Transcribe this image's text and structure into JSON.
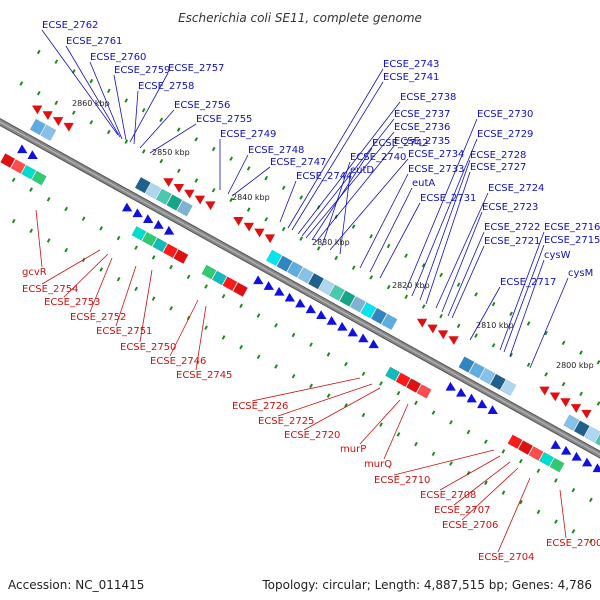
{
  "title": "Escherichia coli SE11, complete genome",
  "footer": {
    "accession": "Accession: NC_011415",
    "summary": "Topology: circular; Length: 4,887,515 bp; Genes: 4,786"
  },
  "colors": {
    "backbone": "#888888",
    "forward_label": "#1111bb",
    "reverse_label": "#cc1111",
    "tick": "#1a8a1a",
    "forward_arrow": "#1010e0",
    "reverse_arrow": "#e01010"
  },
  "scale_labels": [
    "2860 kbp",
    "2850 kbp",
    "2840 kbp",
    "2830 kbp",
    "2820 kbp",
    "2810 kbp",
    "2800 kbp"
  ],
  "forward_genes": [
    "ECSE_2762",
    "ECSE_2761",
    "ECSE_2760",
    "ECSE_2759",
    "ECSE_2757",
    "ECSE_2758",
    "ECSE_2756",
    "ECSE_2755",
    "ECSE_2749",
    "ECSE_2748",
    "ECSE_2747",
    "ECSE_2744",
    "ECSE_2743",
    "ECSE_2741",
    "ECSE_2738",
    "ECSE_2737",
    "ECSE_2736",
    "ECSE_2742",
    "ECSE_2735",
    "ECSE_2740",
    "ECSE_2734",
    "eutD",
    "ECSE_2733",
    "eutA",
    "ECSE_2731",
    "ECSE_2730",
    "ECSE_2729",
    "ECSE_2728",
    "ECSE_2727",
    "ECSE_2724",
    "ECSE_2723",
    "ECSE_2722",
    "ECSE_2721",
    "ECSE_2716",
    "ECSE_2715",
    "cysW",
    "cysM",
    "ECSE_2717"
  ],
  "reverse_genes": [
    "gcvR",
    "ECSE_2754",
    "ECSE_2753",
    "ECSE_2752",
    "ECSE_2751",
    "ECSE_2750",
    "ECSE_2746",
    "ECSE_2745",
    "ECSE_2726",
    "ECSE_2725",
    "ECSE_2720",
    "murP",
    "murQ",
    "ECSE_2710",
    "ECSE_2708",
    "ECSE_2707",
    "ECSE_2706",
    "ECSE_2704",
    "ECSE_2700"
  ]
}
